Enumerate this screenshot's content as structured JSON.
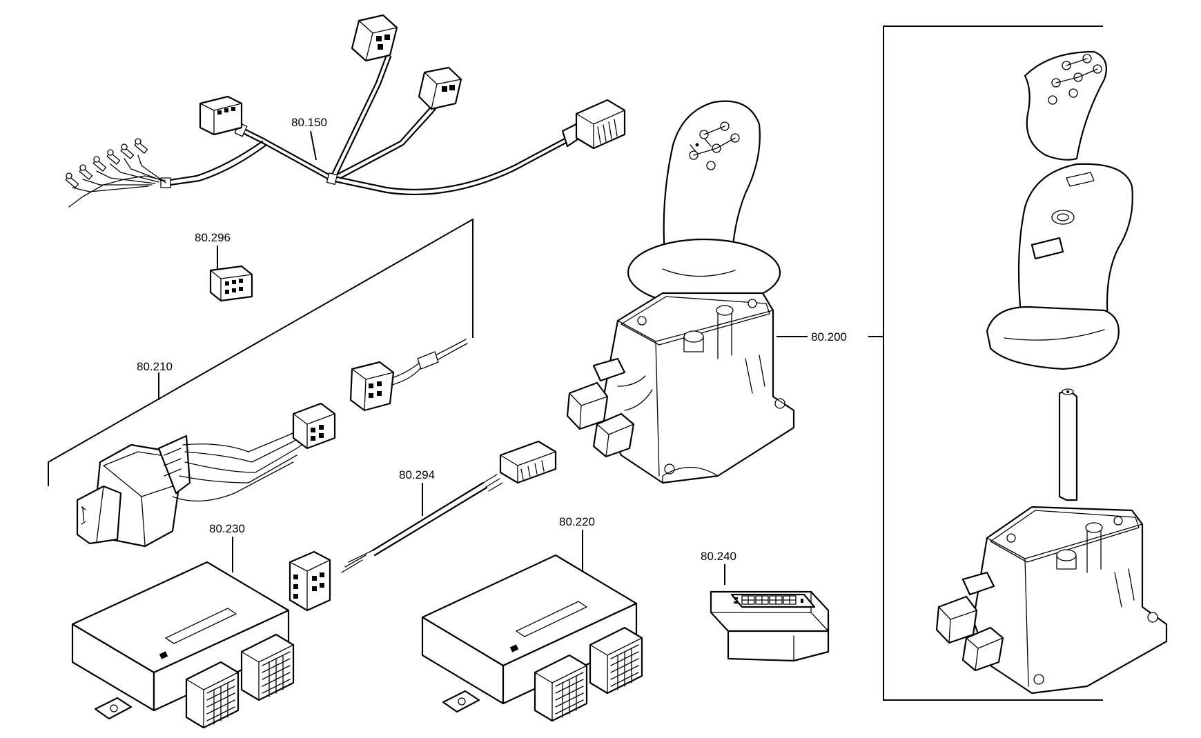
{
  "labels": {
    "harness_150": "80.150",
    "connector_296": "80.296",
    "selector_210": "80.210",
    "cable_294": "80.294",
    "ecu_230": "80.230",
    "ecu_220": "80.220",
    "display_240": "80.240",
    "lever_200": "80.200"
  }
}
